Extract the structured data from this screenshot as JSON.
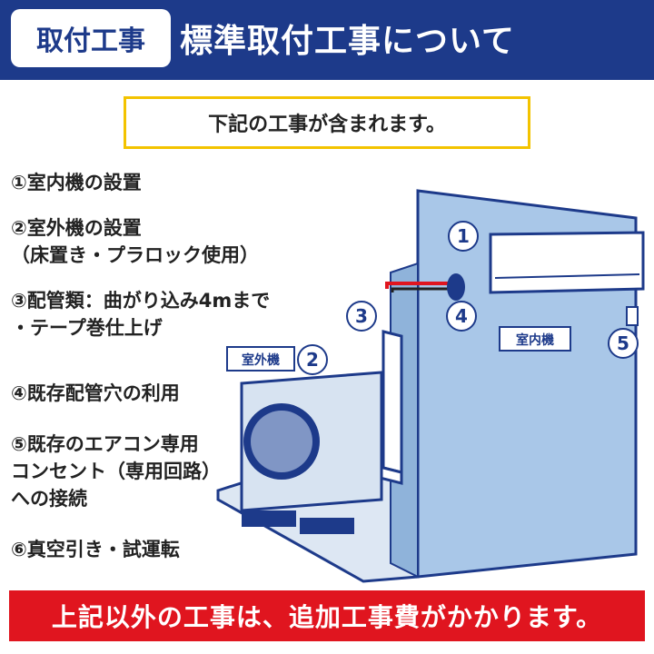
{
  "header": {
    "badge": "取付工事",
    "title": "標準取付工事について"
  },
  "notice": "下記の工事が含まれます。",
  "items": [
    "①室内機の設置",
    "②室外機の設置",
    "（床置き・プラロック使用）",
    "③配管類：曲がり込み4mまで",
    "・テープ巻仕上げ",
    "④既存配管穴の利用",
    "⑤既存のエアコン専用",
    "コンセント（専用回路）",
    "への接続",
    "⑥真空引き・試運転"
  ],
  "illustration": {
    "outdoor_label": "室外機",
    "indoor_label": "室内機",
    "markers": [
      "1",
      "2",
      "3",
      "4",
      "5"
    ]
  },
  "footer": "上記以外の工事は、追加工事費がかかります。",
  "colors": {
    "navy": "#1d3a8a",
    "yellow": "#f3c300",
    "red": "#e0151f",
    "wall": "#a9c7e8"
  }
}
